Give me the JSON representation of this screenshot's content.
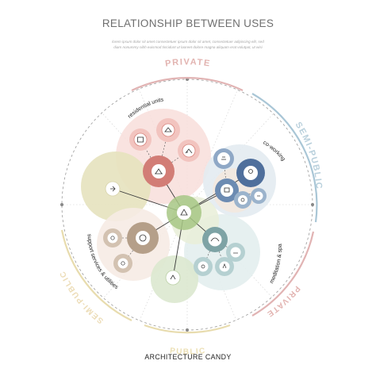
{
  "header": {
    "title": "RELATIONSHIP BETWEEN USES",
    "subtitle_line1": "lorem ipsum dolor sit amet consectetuer ipsum dolor sit amet, consectetuer adipiscing elit, sed",
    "subtitle_line2": "diam nonummy nibh euismod tincidunt ut laoreet dolore magna aliquam erat volutpat, ut wisi"
  },
  "zones": {
    "top": "PRIVATE",
    "right": "SEMI-PUBLIC",
    "bottom_right": "PRIVATE",
    "bottom": "PUBLIC",
    "left": "SEMI-PUBLIC"
  },
  "categories": {
    "residential": "residential units",
    "coworking": "co-working",
    "meditation": "meditation & spa",
    "support": "support services & utilities"
  },
  "footer": {
    "brand": "ARCHITECTURE CANDY"
  },
  "colors": {
    "private": "#dfaaaa",
    "semi_public": "#b6ccd8",
    "public": "#e6d8a8",
    "semi_public_left": "#e9d9b3",
    "residential": "#d8837c",
    "coworking": "#5a7ca5",
    "meditation": "#8fb1b3",
    "support": "#b8a48f",
    "hub": "#9fc07a",
    "olive": "#c9c48f"
  }
}
